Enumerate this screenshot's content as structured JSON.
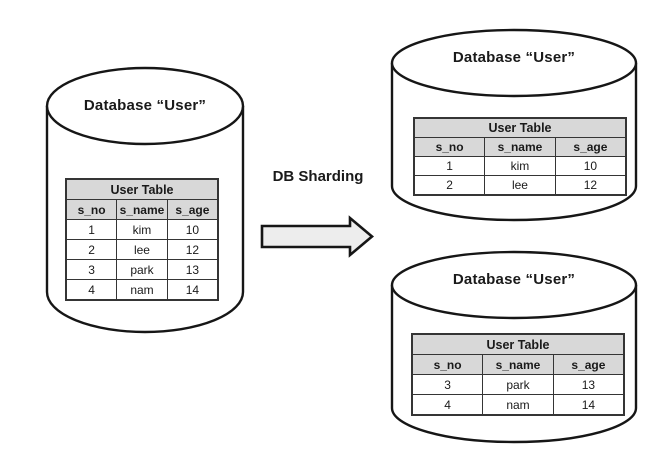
{
  "diagram": {
    "arrow_label": "DB Sharding",
    "source": {
      "title": "Database “User”",
      "table": {
        "title": "User Table",
        "columns": [
          "s_no",
          "s_name",
          "s_age"
        ],
        "rows": [
          [
            "1",
            "kim",
            "10"
          ],
          [
            "2",
            "lee",
            "12"
          ],
          [
            "3",
            "park",
            "13"
          ],
          [
            "4",
            "nam",
            "14"
          ]
        ]
      }
    },
    "shard_top": {
      "title": "Database “User”",
      "table": {
        "title": "User Table",
        "columns": [
          "s_no",
          "s_name",
          "s_age"
        ],
        "rows": [
          [
            "1",
            "kim",
            "10"
          ],
          [
            "2",
            "lee",
            "12"
          ]
        ]
      }
    },
    "shard_bottom": {
      "title": "Database “User”",
      "table": {
        "title": "User Table",
        "columns": [
          "s_no",
          "s_name",
          "s_age"
        ],
        "rows": [
          [
            "3",
            "park",
            "13"
          ],
          [
            "4",
            "nam",
            "14"
          ]
        ]
      }
    },
    "colors": {
      "background": "#ffffff",
      "cylinder_fill": "#ffffff",
      "outline": "#161616",
      "table_border": "#353535",
      "table_header_bg": "#d8d8d8",
      "arrow_fill": "#ededed"
    }
  }
}
